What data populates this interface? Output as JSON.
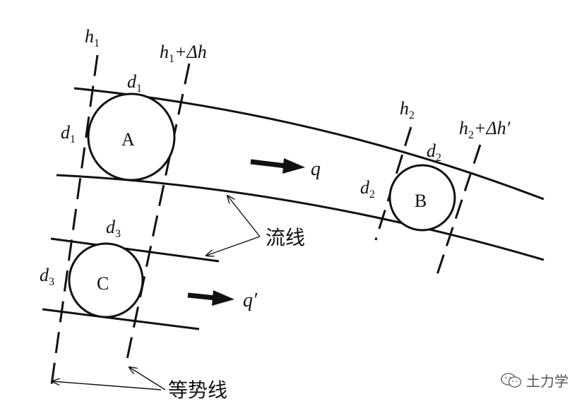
{
  "labels": {
    "h1": "h",
    "h1_sub": "1",
    "h1_plus": "h",
    "h1_plus_sub": "1",
    "h1_plus_rest": "+Δh",
    "h2": "h",
    "h2_sub": "2",
    "h2_plus": "h",
    "h2_plus_sub": "2",
    "h2_plus_rest": "+Δh′",
    "d": "d",
    "d1": "1",
    "d2": "2",
    "d3": "3",
    "circle_a": "A",
    "circle_b": "B",
    "circle_c": "C",
    "flow_q": "q",
    "flow_q_prime": "q′",
    "streamline": "流线",
    "equipotential": "等势线"
  },
  "watermark": {
    "text": "土力学",
    "icon": "wechat-icon"
  }
}
